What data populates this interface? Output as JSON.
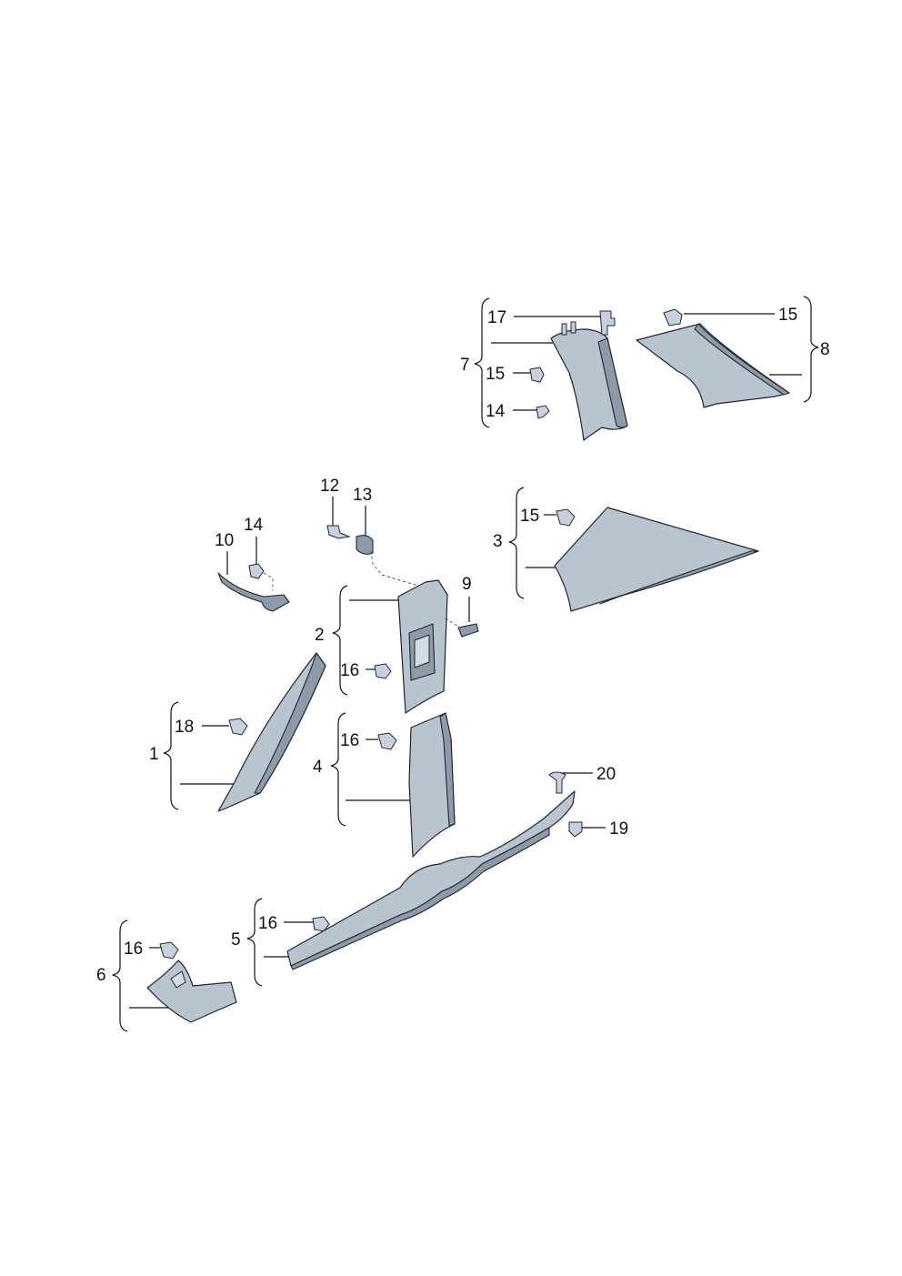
{
  "labels": {
    "l1": "1",
    "l2": "2",
    "l3": "3",
    "l4": "4",
    "l5": "5",
    "l6": "6",
    "l7": "7",
    "l8": "8",
    "l9": "9",
    "l10": "10",
    "l12": "12",
    "l13": "13",
    "l14a": "14",
    "l14b": "14",
    "l15a": "15",
    "l15b": "15",
    "l15c": "15",
    "l16a": "16",
    "l16b": "16",
    "l16c": "16",
    "l16d": "16",
    "l17": "17",
    "l18": "18",
    "l19": "19",
    "l20": "20"
  },
  "colors": {
    "part_fill": "#b9c4d0",
    "part_shadow": "#8e9aa8",
    "outline": "#1f2630"
  }
}
